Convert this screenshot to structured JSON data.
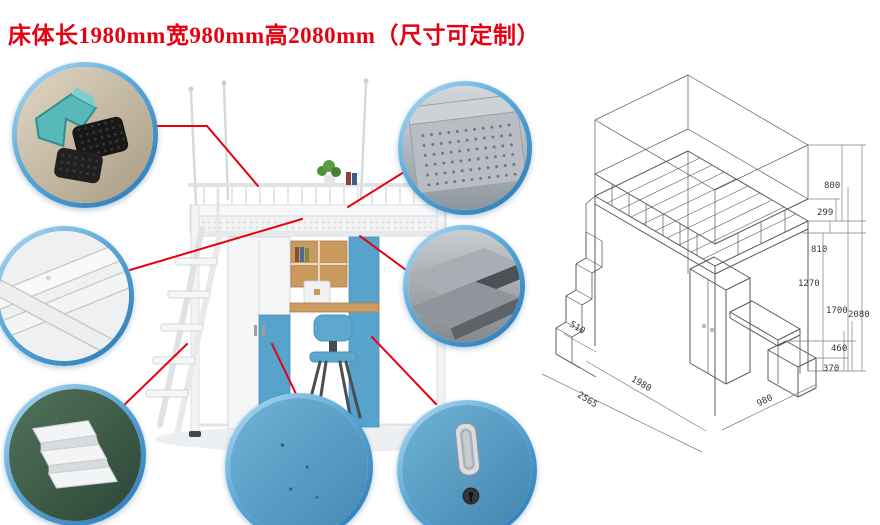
{
  "title": "床体长1980mm宽980mm高2080mm（尺寸可定制）",
  "colors": {
    "accent_red": "#e60012",
    "ring_blue": "#2b77b4",
    "panel_blue": "#58a3cb",
    "frame_white": "#f2f3f5",
    "wood": "#c9995e"
  },
  "callouts": [
    "foot-pad-detail",
    "frame-tube-detail",
    "ladder-step-detail",
    "perforated-panel-detail",
    "beam-corner-detail",
    "panel-surface-detail",
    "handle-lock-detail"
  ],
  "diagram": {
    "vdims": [
      "800",
      "299",
      "810",
      "1270",
      "1700",
      "2080",
      "460",
      "370"
    ],
    "bdims": [
      "510",
      "1980",
      "2565",
      "980"
    ]
  }
}
